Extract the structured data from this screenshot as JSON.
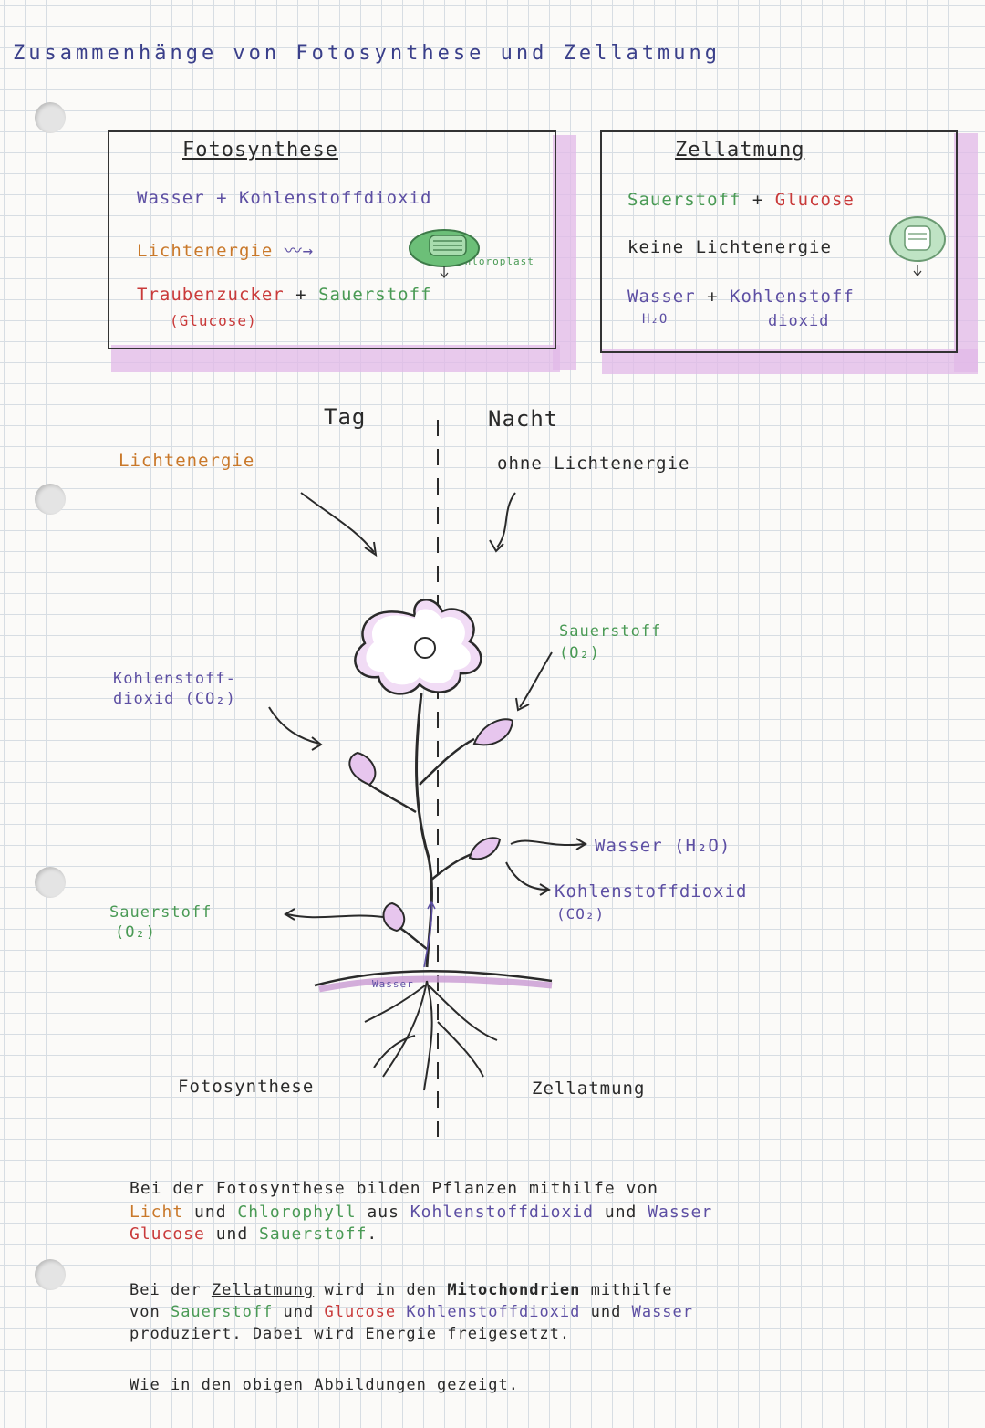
{
  "title": "Zusammenhänge von Fotosynthese und Zellatmung",
  "photo_box": {
    "heading": "Fotosynthese",
    "line1": "Wasser + Kohlenstoffdioxid",
    "light": "Lichtenergie",
    "chloroplast_label": "Chloroplast",
    "product_sugar": "Traubenzucker",
    "plus": "+",
    "product_oxygen": "Sauerstoff",
    "glucose_note": "(Glucose)"
  },
  "resp_box": {
    "heading": "Zellatmung",
    "reactant_oxygen": "Sauerstoff",
    "plus": "+",
    "reactant_glucose": "Glucose",
    "no_light": "keine Lichtenergie",
    "product_water": "Wasser",
    "plus2": "+",
    "product_co2_line1": "Kohlenstoff",
    "product_co2_line2": "dioxid",
    "water_formula": "H₂O"
  },
  "diagram": {
    "day_label": "Tag",
    "night_label": "Nacht",
    "light_energy": "Lichtenergie",
    "no_light_energy": "ohne Lichtenergie",
    "co2_in_line1": "Kohlenstoff-",
    "co2_in_line2": "dioxid (CO₂)",
    "oxygen_in_line1": "Sauerstoff",
    "oxygen_in_line2": "(O₂)",
    "water_out": "Wasser (H₂O)",
    "co2_out_line1": "Kohlenstoffdioxid",
    "co2_out_line2": "(CO₂)",
    "oxygen_out_line1": "Sauerstoff",
    "oxygen_out_line2": "(O₂)",
    "root_water": "Wasser",
    "bottom_photo": "Fotosynthese",
    "bottom_resp": "Zellatmung"
  },
  "paragraph1": {
    "a": "Bei der Fotosynthese bilden Pflanzen mithilfe von",
    "b1": "Licht",
    "b2": " und ",
    "b3": "Chlorophyll",
    "b4": " aus ",
    "b5": "Kohlenstoffdioxid",
    "b6": " und ",
    "b7": "Wasser",
    "c1": "Glucose",
    "c2": " und ",
    "c3": "Sauerstoff",
    "c4": "."
  },
  "paragraph2": {
    "a1": "Bei der ",
    "a2": "Zellatmung",
    "a3": " wird in den ",
    "a4": "Mitochondrien",
    "a5": " mithilfe",
    "b1": "von ",
    "b2": "Sauerstoff",
    "b3": " und ",
    "b4": "Glucose",
    "b5": " ",
    "b6": "Kohlenstoffdioxid",
    "b7": " und ",
    "b8": "Wasser",
    "c": "produziert. Dabei wird Energie freigesetzt."
  },
  "paragraph3": "Wie in den obigen Abbildungen gezeigt.",
  "colors": {
    "ink": "#2a2a2a",
    "purple": "#5d4fa3",
    "red": "#c93a3a",
    "green": "#4a9a55",
    "orange": "#c9782a",
    "highlight": "#e2b8e8",
    "chloroplast": "#6cbf78"
  }
}
